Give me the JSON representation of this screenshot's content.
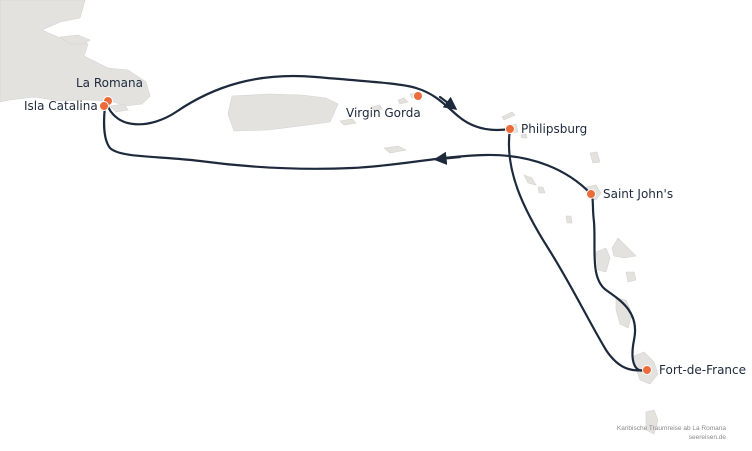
{
  "colors": {
    "land": "#e3e2df",
    "route": "#1d2a3c",
    "port": "#ec6b3b",
    "label": "#1d2a3c",
    "credit": "#8a8a8a"
  },
  "ports": [
    {
      "id": "la-romana",
      "label": "La Romana"
    },
    {
      "id": "isla-catalina",
      "label": "Isla Catalina"
    },
    {
      "id": "virgin-gorda",
      "label": "Virgin Gorda"
    },
    {
      "id": "philipsburg",
      "label": "Philipsburg"
    },
    {
      "id": "saint-johns",
      "label": "Saint John's"
    },
    {
      "id": "fort-de-france",
      "label": "Fort-de-France"
    }
  ],
  "credit": {
    "line1": "Karibische Traumreise ab La Romana",
    "line2": "seereisen.de"
  }
}
